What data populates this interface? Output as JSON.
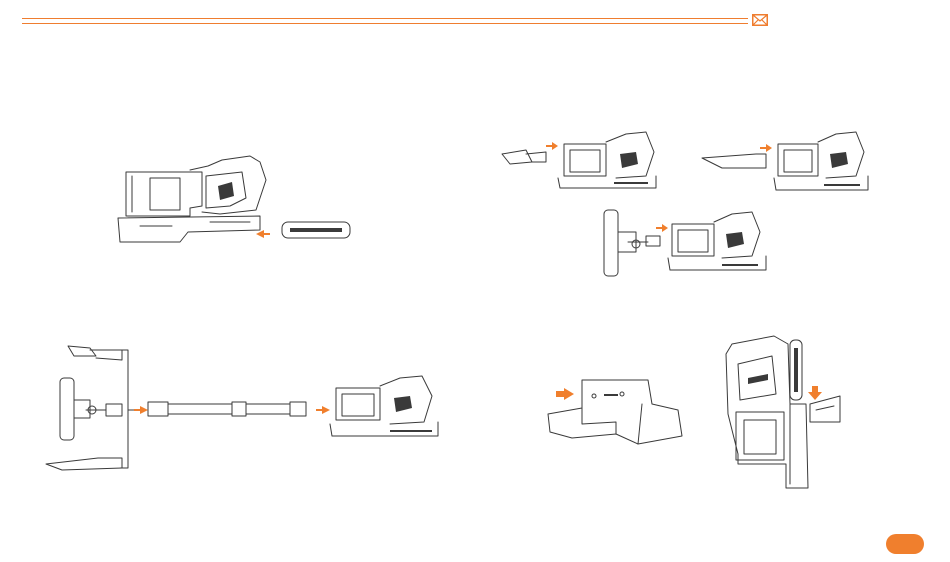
{
  "header": {
    "icon": "envelope-icon",
    "accent_color": "#ef7d2f"
  },
  "figures": [
    {
      "id": "fig-remove-battery",
      "icon": "vacuum-handheld-icon"
    },
    {
      "id": "fig-attach-accessories",
      "icon": "vacuum-accessories-icon"
    },
    {
      "id": "fig-assemble-extension",
      "icon": "vacuum-extension-tube-icon"
    },
    {
      "id": "fig-wall-mount-install",
      "icon": "wall-bracket-icon"
    },
    {
      "id": "fig-store-on-mount",
      "icon": "vacuum-stored-icon"
    }
  ],
  "footer": {
    "page_number": ""
  }
}
